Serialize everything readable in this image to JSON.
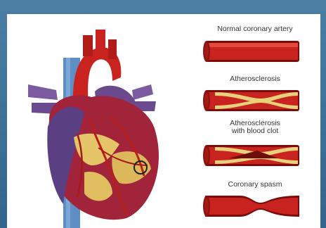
{
  "labels": {
    "normal": "Normal coronary artery",
    "athero": "Atherosclerosis",
    "clot_line1": "Atherosclerosis",
    "clot_line2": "with blood clot",
    "spasm": "Coronary spasm"
  },
  "colors": {
    "frame": "#3d6e91",
    "vessel_red": "#c8231e",
    "vessel_dark": "#7a0d0b",
    "plaque": "#e8d17a",
    "clot": "#6e0f0c",
    "heart_purple": "#6a4a8c",
    "vein_blue": "#5d8ec4"
  }
}
